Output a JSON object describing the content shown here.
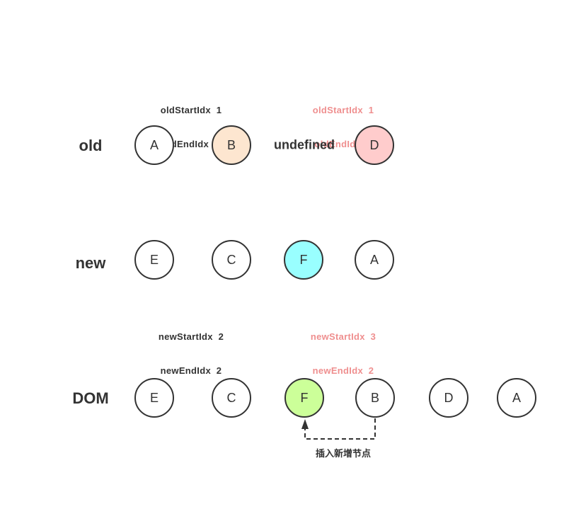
{
  "labels": {
    "old": "old",
    "new": "new",
    "dom": "DOM"
  },
  "old_row": {
    "nodes": [
      {
        "label": "A",
        "fill": "#ffffff"
      },
      {
        "label": "B",
        "fill": "#fde6d0"
      },
      {
        "label": "D",
        "fill": "#ffcccc"
      }
    ],
    "placeholder": "undefined"
  },
  "new_row": {
    "nodes": [
      {
        "label": "E",
        "fill": "#ffffff"
      },
      {
        "label": "C",
        "fill": "#ffffff"
      },
      {
        "label": "F",
        "fill": "#99ffff"
      },
      {
        "label": "A",
        "fill": "#ffffff"
      }
    ]
  },
  "dom_row": {
    "nodes": [
      {
        "label": "E",
        "fill": "#ffffff"
      },
      {
        "label": "C",
        "fill": "#ffffff"
      },
      {
        "label": "F",
        "fill": "#ccff99"
      },
      {
        "label": "B",
        "fill": "#ffffff"
      },
      {
        "label": "D",
        "fill": "#ffffff"
      },
      {
        "label": "A",
        "fill": "#ffffff"
      }
    ]
  },
  "old_indices": {
    "before": {
      "start": "oldStartIdx  1",
      "end": "oldEndIdx  3"
    },
    "after": {
      "start": "oldStartIdx  1",
      "end": "oldEndIdx  3"
    }
  },
  "new_indices": {
    "before": {
      "start": "newStartIdx  2",
      "end": "newEndIdx  2"
    },
    "after": {
      "start": "newStartIdx  3",
      "end": "newEndIdx  2"
    }
  },
  "arrow_caption": "插入新增节点",
  "colors": {
    "stroke": "#333333",
    "highlight_text": "#ef8f8f"
  }
}
